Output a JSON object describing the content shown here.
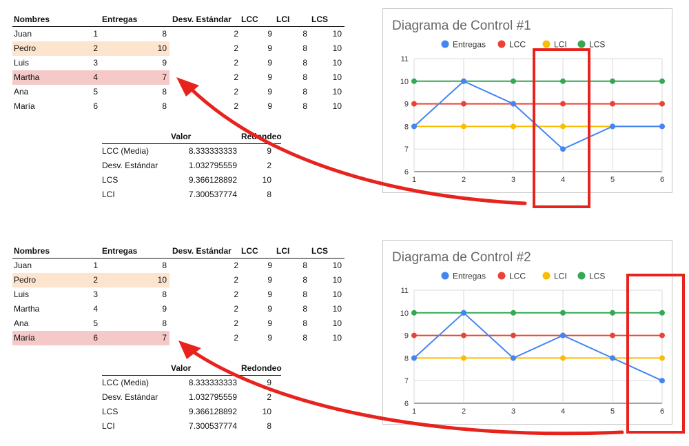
{
  "panels": [
    {
      "table": {
        "headers": [
          "Nombres",
          "Entregas",
          "Desv. Estándar",
          "LCC",
          "LCI",
          "LCS"
        ],
        "rows": [
          {
            "name": "Juan",
            "idx": "1",
            "ent": "8",
            "desv": "2",
            "lcc": "9",
            "lci": "8",
            "lcs": "10",
            "highlight": "none"
          },
          {
            "name": "Pedro",
            "idx": "2",
            "ent": "10",
            "desv": "2",
            "lcc": "9",
            "lci": "8",
            "lcs": "10",
            "highlight": "orange"
          },
          {
            "name": "Luis",
            "idx": "3",
            "ent": "9",
            "desv": "2",
            "lcc": "9",
            "lci": "8",
            "lcs": "10",
            "highlight": "none"
          },
          {
            "name": "Martha",
            "idx": "4",
            "ent": "7",
            "desv": "2",
            "lcc": "9",
            "lci": "8",
            "lcs": "10",
            "highlight": "red"
          },
          {
            "name": "Ana",
            "idx": "5",
            "ent": "8",
            "desv": "2",
            "lcc": "9",
            "lci": "8",
            "lcs": "10",
            "highlight": "none"
          },
          {
            "name": "María",
            "idx": "6",
            "ent": "8",
            "desv": "2",
            "lcc": "9",
            "lci": "8",
            "lcs": "10",
            "highlight": "none"
          }
        ]
      },
      "summary": {
        "headers": [
          "Valor",
          "Redondeo"
        ],
        "rows": [
          {
            "label": "LCC (Media)",
            "value": "8.333333333",
            "rounded": "9"
          },
          {
            "label": "Desv. Estándar",
            "value": "1.032795559",
            "rounded": "2"
          },
          {
            "label": "LCS",
            "value": "9.366128892",
            "rounded": "10"
          },
          {
            "label": "LCI",
            "value": "7.300537774",
            "rounded": "8"
          }
        ]
      }
    },
    {
      "table": {
        "headers": [
          "Nombres",
          "Entregas",
          "Desv. Estándar",
          "LCC",
          "LCI",
          "LCS"
        ],
        "rows": [
          {
            "name": "Juan",
            "idx": "1",
            "ent": "8",
            "desv": "2",
            "lcc": "9",
            "lci": "8",
            "lcs": "10",
            "highlight": "none"
          },
          {
            "name": "Pedro",
            "idx": "2",
            "ent": "10",
            "desv": "2",
            "lcc": "9",
            "lci": "8",
            "lcs": "10",
            "highlight": "orange"
          },
          {
            "name": "Luis",
            "idx": "3",
            "ent": "8",
            "desv": "2",
            "lcc": "9",
            "lci": "8",
            "lcs": "10",
            "highlight": "none"
          },
          {
            "name": "Martha",
            "idx": "4",
            "ent": "9",
            "desv": "2",
            "lcc": "9",
            "lci": "8",
            "lcs": "10",
            "highlight": "none"
          },
          {
            "name": "Ana",
            "idx": "5",
            "ent": "8",
            "desv": "2",
            "lcc": "9",
            "lci": "8",
            "lcs": "10",
            "highlight": "none"
          },
          {
            "name": "María",
            "idx": "6",
            "ent": "7",
            "desv": "2",
            "lcc": "9",
            "lci": "8",
            "lcs": "10",
            "highlight": "red"
          }
        ]
      },
      "summary": {
        "headers": [
          "Valor",
          "Redondeo"
        ],
        "rows": [
          {
            "label": "LCC (Media)",
            "value": "8.333333333",
            "rounded": "9"
          },
          {
            "label": "Desv. Estándar",
            "value": "1.032795559",
            "rounded": "2"
          },
          {
            "label": "LCS",
            "value": "9.366128892",
            "rounded": "10"
          },
          {
            "label": "LCI",
            "value": "7.300537774",
            "rounded": "8"
          }
        ]
      }
    }
  ],
  "colors": {
    "Entregas": "#4285f4",
    "LCC": "#ea4335",
    "LCI": "#fbbc04",
    "LCS": "#34a853",
    "annotation": "#e8231d",
    "highlight_orange": "#fce4cf",
    "highlight_red": "#f6c9c9"
  },
  "annotations": {
    "chart1_highlight_category": 4,
    "chart2_highlight_category": 6,
    "arrow_icon": "curved-arrow-icon"
  },
  "chart_data": [
    {
      "type": "line",
      "title": "Diagrama de Control #1",
      "x": [
        1,
        2,
        3,
        4,
        5,
        6
      ],
      "series": [
        {
          "name": "Entregas",
          "values": [
            8,
            10,
            9,
            7,
            8,
            8
          ]
        },
        {
          "name": "LCC",
          "values": [
            9,
            9,
            9,
            9,
            9,
            9
          ]
        },
        {
          "name": "LCI",
          "values": [
            8,
            8,
            8,
            8,
            8,
            8
          ]
        },
        {
          "name": "LCS",
          "values": [
            10,
            10,
            10,
            10,
            10,
            10
          ]
        }
      ],
      "ylim": [
        6,
        11
      ],
      "yticks": [
        6,
        7,
        8,
        9,
        10,
        11
      ],
      "grid": true,
      "legend": "top"
    },
    {
      "type": "line",
      "title": "Diagrama de Control #2",
      "x": [
        1,
        2,
        3,
        4,
        5,
        6
      ],
      "series": [
        {
          "name": "Entregas",
          "values": [
            8,
            10,
            8,
            9,
            8,
            7
          ]
        },
        {
          "name": "LCC",
          "values": [
            9,
            9,
            9,
            9,
            9,
            9
          ]
        },
        {
          "name": "LCI",
          "values": [
            8,
            8,
            8,
            8,
            8,
            8
          ]
        },
        {
          "name": "LCS",
          "values": [
            10,
            10,
            10,
            10,
            10,
            10
          ]
        }
      ],
      "ylim": [
        6,
        11
      ],
      "yticks": [
        6,
        7,
        8,
        9,
        10,
        11
      ],
      "grid": true,
      "legend": "top"
    }
  ]
}
